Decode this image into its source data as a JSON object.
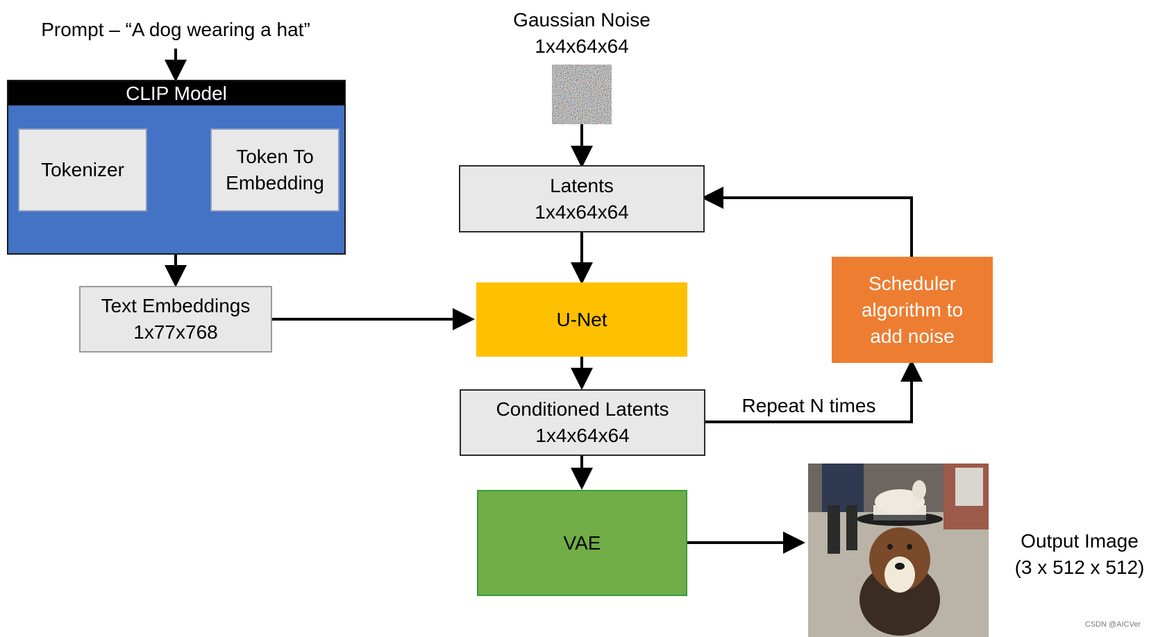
{
  "prompt": "Prompt – “A dog wearing a hat”",
  "clip": {
    "title": "CLIP Model",
    "tokenizer": "Tokenizer",
    "token_to_embedding": [
      "Token To",
      "Embedding"
    ]
  },
  "text_embeddings": [
    "Text Embeddings",
    "1x77x768"
  ],
  "noise": [
    "Gaussian Noise",
    "1x4x64x64"
  ],
  "latents": [
    "Latents",
    "1x4x64x64"
  ],
  "unet": "U-Net",
  "conditioned_latents": [
    "Conditioned Latents",
    "1x4x64x64"
  ],
  "scheduler": [
    "Scheduler",
    "algorithm to",
    "add noise"
  ],
  "repeat": "Repeat N times",
  "vae": "VAE",
  "output": [
    "Output Image",
    "(3 x 512 x 512)"
  ],
  "watermark": "CSDN @AICVer",
  "colors": {
    "clip_blue": "#4472c4",
    "unet_yellow": "#ffc000",
    "scheduler_orange": "#ed7d31",
    "vae_green": "#70ad47",
    "box_gray": "#e8e8e8"
  }
}
